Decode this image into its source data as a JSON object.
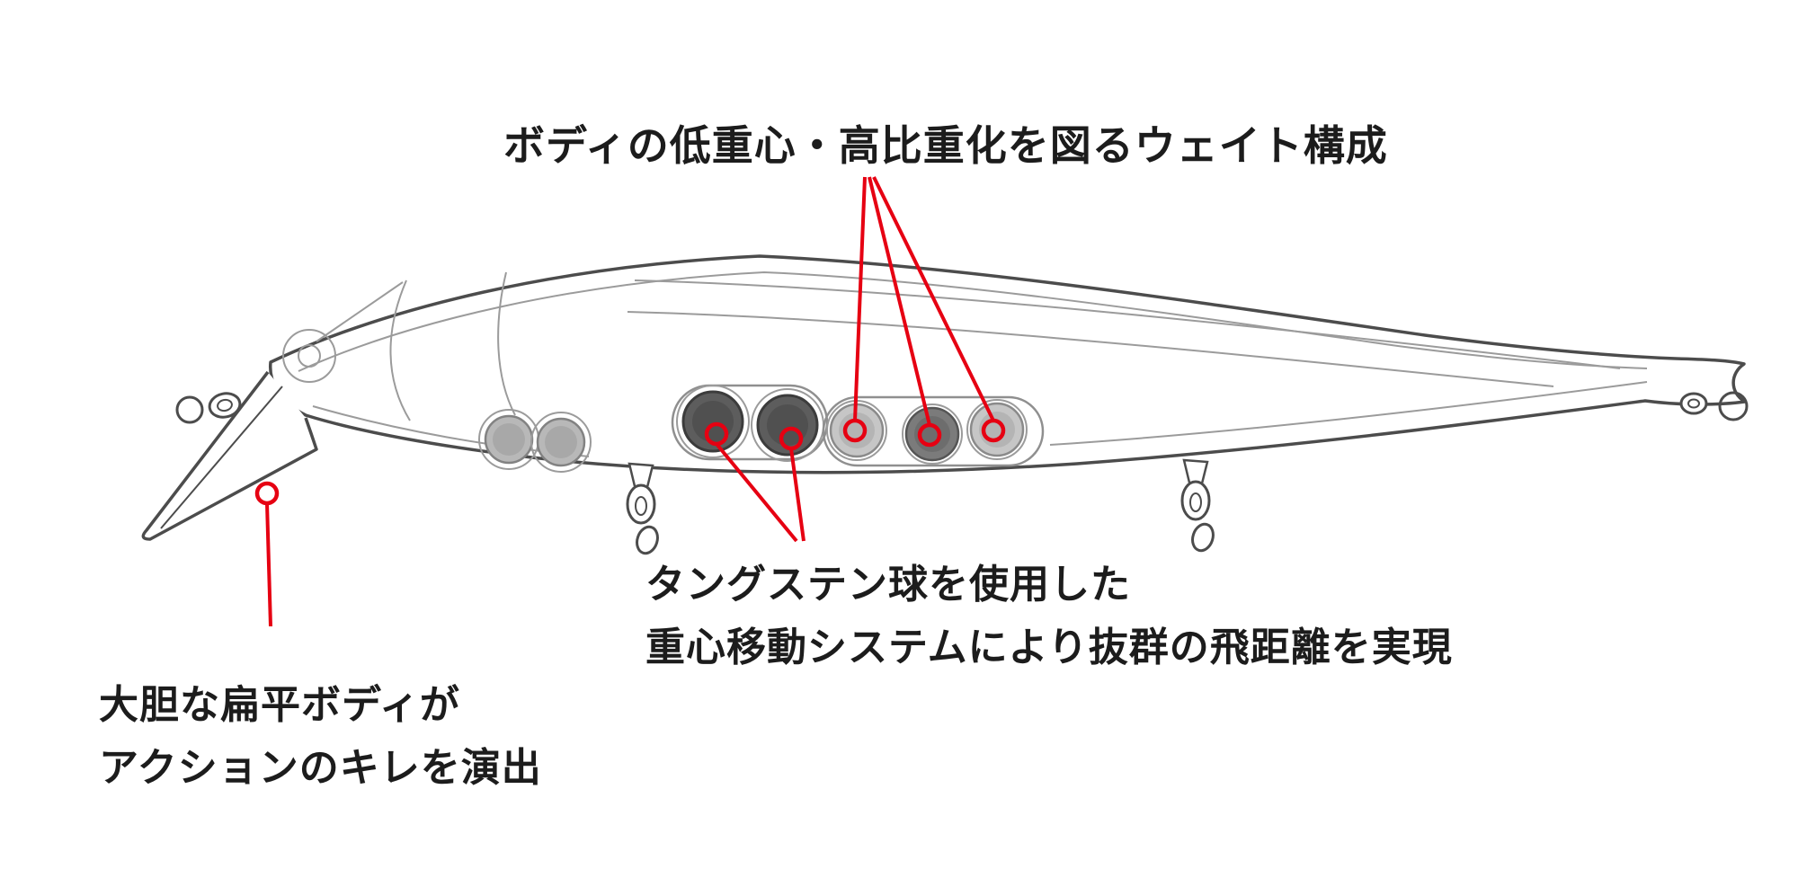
{
  "annotations": {
    "weight_config": {
      "text": "ボディの低重心・高比重化を図るウェイト構成"
    },
    "tungsten": {
      "line1": "タングステン球を使用した",
      "line2": "重心移動システムにより抜群の飛距離を実現"
    },
    "flat_body": {
      "line1": "大胆な扁平ボディが",
      "line2": "アクションのキレを演出"
    }
  },
  "colors": {
    "annotation_red": "#e60012",
    "outline_gray": "#4c4c4c",
    "inner_line_gray": "#9b9b9b",
    "ball_gray": "#c3c3c3",
    "ball_dark": "#5d5d5d",
    "text": "#1c1c1c",
    "background": "#ffffff"
  }
}
